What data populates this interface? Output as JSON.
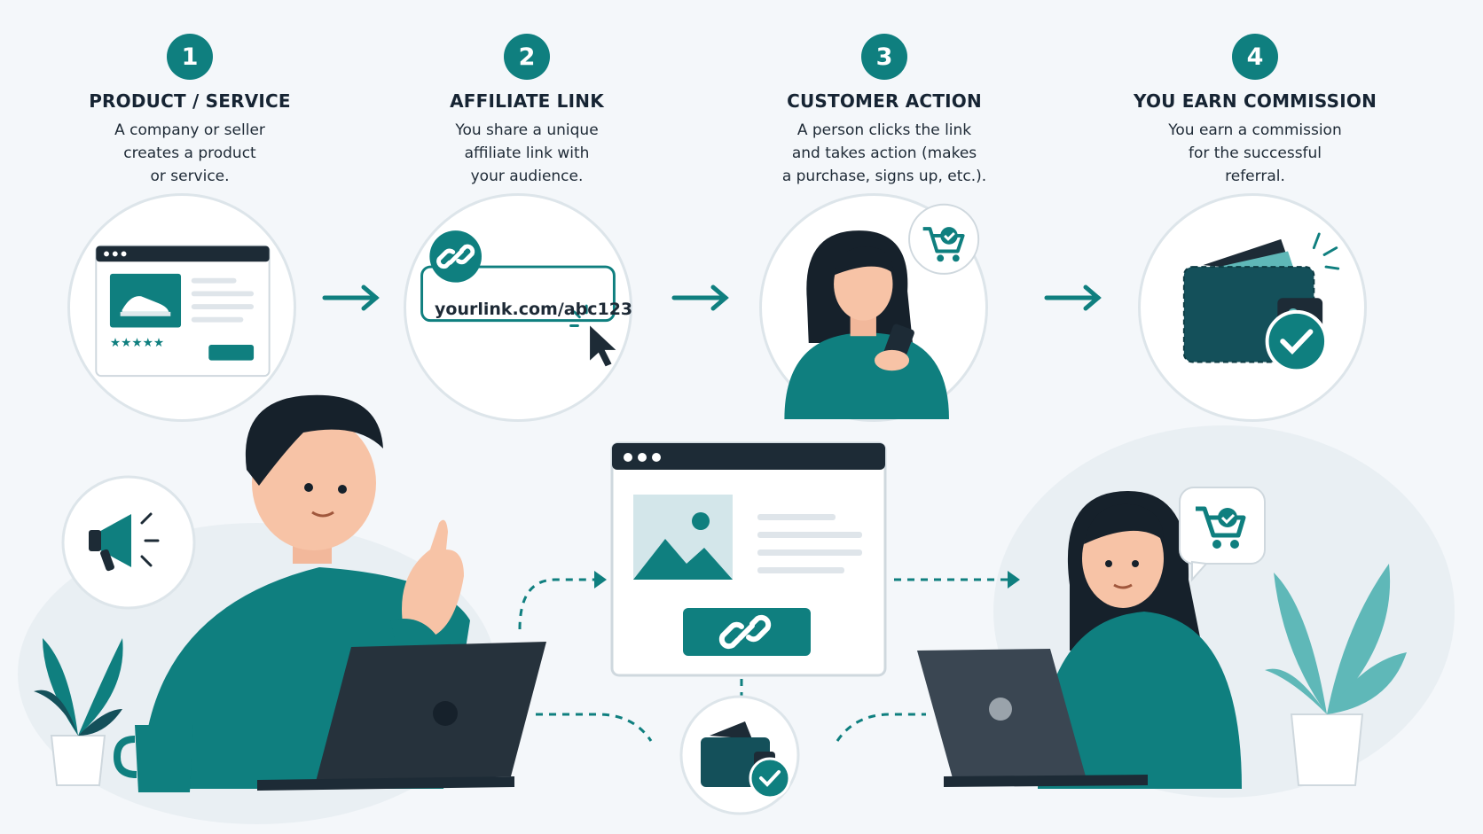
{
  "steps": [
    {
      "number": "1",
      "title": "PRODUCT / SERVICE",
      "desc": [
        "A company or seller",
        "creates a product",
        "or service."
      ]
    },
    {
      "number": "2",
      "title": "AFFILIATE LINK",
      "desc": [
        "You share a unique",
        "affiliate link with",
        "your audience."
      ]
    },
    {
      "number": "3",
      "title": "CUSTOMER ACTION",
      "desc": [
        "A person clicks the link",
        "and takes action (makes",
        "a purchase, signs up, etc.)."
      ]
    },
    {
      "number": "4",
      "title": "YOU EARN COMMISSION",
      "desc": [
        "You earn a commission",
        "for the successful",
        "referral."
      ]
    }
  ],
  "affiliate_link": "yourlink.com/abc123",
  "colors": {
    "teal": "#0f7f7f",
    "dark": "#1d2b36",
    "light_teal": "#5fb8b8",
    "bg": "#f4f7fa"
  },
  "icons": [
    "product-shoe-icon",
    "star-icon",
    "link-chain-icon",
    "cursor-icon",
    "cart-check-icon",
    "wallet-check-icon",
    "megaphone-icon",
    "image-icon",
    "plant-icon",
    "mug-icon",
    "laptop-icon",
    "arrow-right-icon"
  ]
}
